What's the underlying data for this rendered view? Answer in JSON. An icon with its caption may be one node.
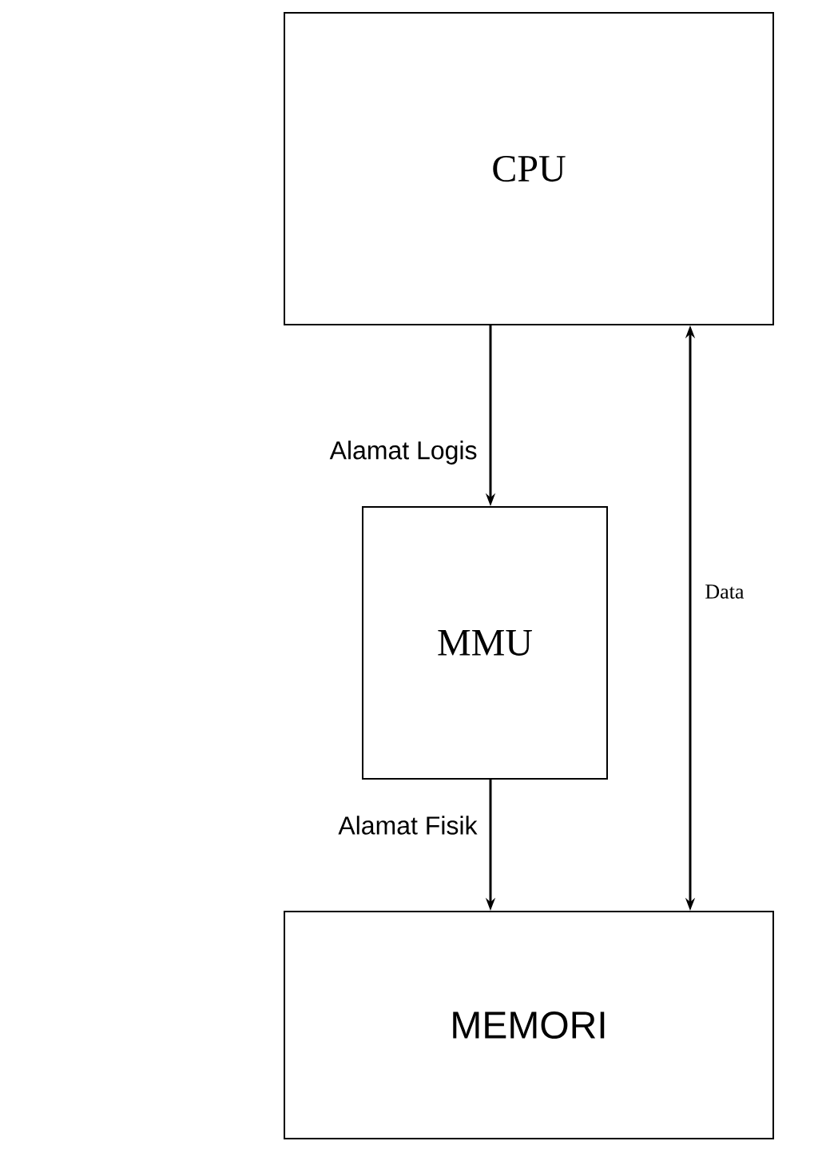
{
  "diagram": {
    "nodes": [
      {
        "text": [
          "CPU"
        ]
      },
      {
        "text": [
          "MMU"
        ]
      },
      {
        "text": [
          "MEMORI"
        ]
      }
    ],
    "edges": [
      {
        "from": 0,
        "to": 1,
        "arrow": "to",
        "label": "Alamat Logis"
      },
      {
        "from": 1,
        "to": 2,
        "arrow": "to",
        "label": "Alamat Fisik"
      },
      {
        "from": 0,
        "to": 2,
        "arrow": "both",
        "label": "Data"
      }
    ]
  }
}
